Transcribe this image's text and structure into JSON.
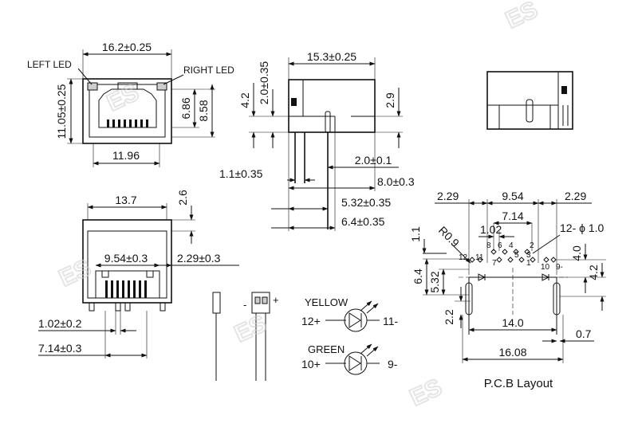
{
  "front_view": {
    "width_dim": "16.2±0.25",
    "height_dim": "11.05±0.25",
    "left_led": "LEFT LED",
    "right_led": "RIGHT LED",
    "dim_686": "6.86",
    "dim_858": "8.58",
    "dim_1196": "11.96"
  },
  "side_view": {
    "width_dim": "15.3±0.25",
    "dim_42": "4.2",
    "dim_20_035": "2.0±0.35",
    "dim_29": "2.9",
    "dim_20_01": "2.0±0.1",
    "dim_11_035": "1.1±0.35",
    "dim_80_03": "8.0±0.3",
    "dim_532_035": "5.32±0.35",
    "dim_64_035": "6.4±0.35"
  },
  "bottom_view": {
    "dim_137": "13.7",
    "dim_26": "2.6",
    "dim_954_03": "9.54±0.3",
    "dim_229_03": "2.29±0.3",
    "dim_102_02": "1.02±0.2",
    "dim_714_03": "7.14±0.3"
  },
  "led_legend": {
    "minus": "-",
    "plus": "+",
    "yellow_label": "YELLOW",
    "yellow_anode": "12+",
    "yellow_cathode": "11-",
    "green_label": "GREEN",
    "green_anode": "10+",
    "green_cathode": "9-"
  },
  "pcb_layout": {
    "title": "P.C.B Layout",
    "dim_229_left": "2.29",
    "dim_954": "9.54",
    "dim_229_right": "2.29",
    "dim_102": "1.02",
    "dim_714": "7.14",
    "hole_dim": "12- ϕ 1.0",
    "radius": "R0.9",
    "dim_11": "1.1",
    "dim_64": "6.4",
    "dim_532": "5.32",
    "dim_40": "4.0",
    "dim_42": "4.2",
    "dim_22": "2.2",
    "dim_140": "14.0",
    "dim_07": "0.7",
    "dim_1608": "16.08",
    "pin_8": "8",
    "pin_6": "6",
    "pin_4": "4",
    "pin_2": "2",
    "pin_7": "7",
    "pin_5": "5",
    "pin_3": "3",
    "pin_1": "1",
    "pin_12": "12",
    "pin_11": "11",
    "pin_10": "10",
    "pin_9": "9-"
  },
  "watermark": "ES"
}
